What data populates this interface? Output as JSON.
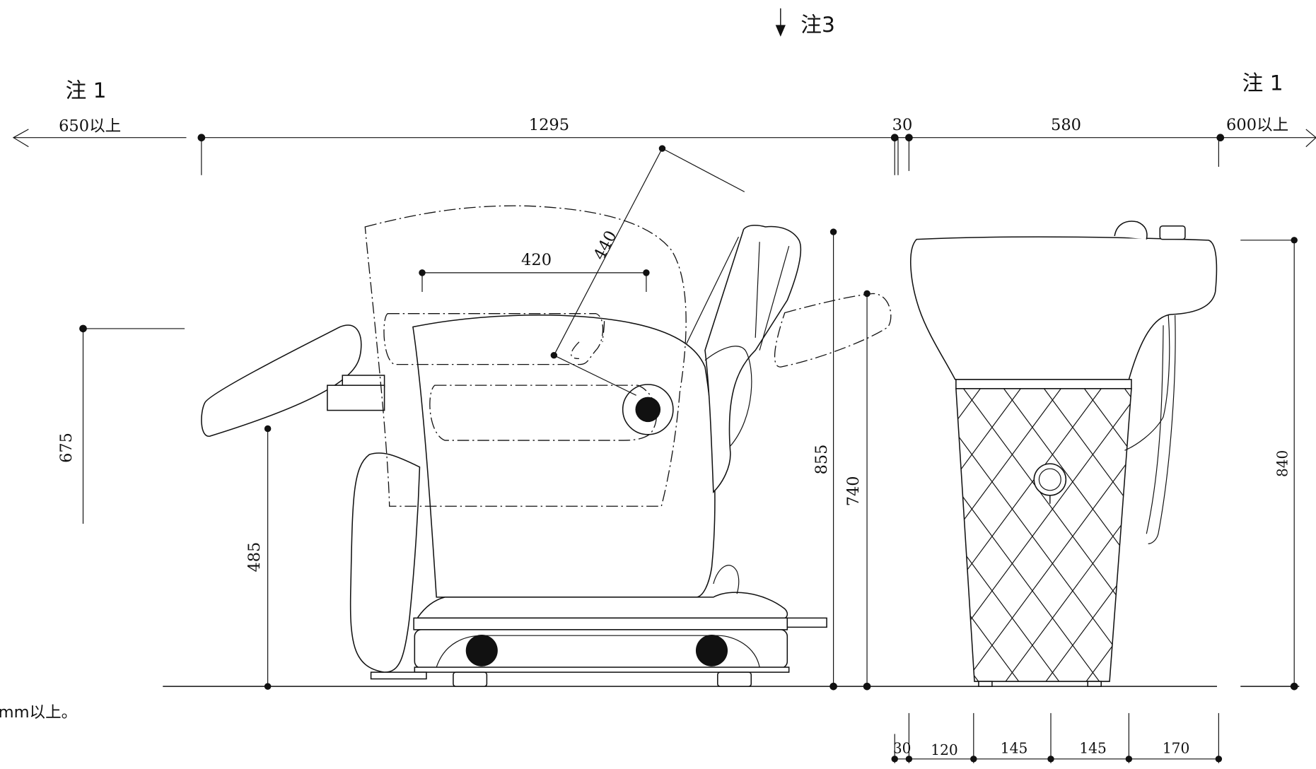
{
  "notes": {
    "note3": "注3",
    "note1_left": "注 1",
    "note1_right": "注 1",
    "footer": "mm以上。"
  },
  "dimensions": {
    "top_left_clearance": "650以上",
    "chair_length": "1295",
    "gap": "30",
    "basin_depth": "580",
    "top_right_clearance": "600以上",
    "backrest_reclined": "440",
    "seat_width": "420",
    "leg_rest_height": "675",
    "seat_height": "485",
    "backrest_top_height": "855",
    "headrest_height": "740",
    "basin_height": "840",
    "bottom": [
      "30",
      "120",
      "145",
      "145",
      "170"
    ]
  },
  "icons": {
    "arrow_down": "arrow-down-icon",
    "arrow_left": "arrow-left-icon",
    "arrow_right": "arrow-right-icon"
  }
}
